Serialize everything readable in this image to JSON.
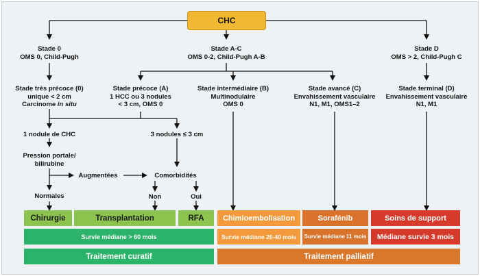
{
  "root": {
    "label": "CHC",
    "color": "#f1b931"
  },
  "stages": {
    "stage0": {
      "title": "Stade 0",
      "detail": "OMS 0, Child-Pugh"
    },
    "stageAC": {
      "title": "Stade A-C",
      "detail": "OMS 0-2, Child-Pugh A-B"
    },
    "stageD": {
      "title": "Stade D",
      "detail": "OMS > 2, Child-Pugh C"
    }
  },
  "substages": {
    "very_early": {
      "line1": "Stade très précoce (0)",
      "line2": "unique < 2 cm",
      "line3_prefix": "Carcinome ",
      "line3_italic": "in situ"
    },
    "early": {
      "line1": "Stade précoce (A)",
      "line2": "1 HCC  ou 3 nodules",
      "line3": "< 3 cm, OMS 0"
    },
    "intermediate": {
      "line1": "Stade intermédiaire (B)",
      "line2": "Multinodulaire",
      "line3": "OMS 0"
    },
    "advanced": {
      "line1": "Stade avancé (C)",
      "line2": "Envahissement vasculaire",
      "line3": "N1, M1, OMS1–2"
    },
    "terminal": {
      "line1": "Stade terminal (D)",
      "line2": "Envahissement vasculaire",
      "line3": "N1, M1"
    }
  },
  "decisions": {
    "one_nodule": "1 nodule de CHC",
    "three_nodules": "3 nodules ≤ 3 cm",
    "pressure_line1": "Pression portale/",
    "pressure_line2": "bilirubine",
    "increased": "Augmentées",
    "comorbidities": "Comorbidités",
    "normal": "Normales",
    "no": "Non",
    "yes": "Oui"
  },
  "treatments": {
    "surgery": {
      "label": "Chirurgie",
      "color": "#8cc44f"
    },
    "transplant": {
      "label": "Transplantation",
      "color": "#8cc44f"
    },
    "rfa": {
      "label": "RFA",
      "color": "#8cc44f"
    },
    "chemo": {
      "label": "Chimioembolisation",
      "color": "#f39a3c"
    },
    "sorafenib": {
      "label": "Sorafénib",
      "color": "#d9722a"
    },
    "support": {
      "label": "Soins de support",
      "color": "#d63a2b"
    }
  },
  "survival": {
    "curative": {
      "label": "Survie médiane > 60 mois",
      "color": "#2bb36a"
    },
    "chemo": {
      "label": "Survie médiane 20-40 mois",
      "color": "#f39a3c"
    },
    "sorafenib": {
      "label": "Survie médiane 11 mois",
      "color": "#d9722a"
    },
    "support": {
      "label": "Médiane survie 3 mois",
      "color": "#d63a2b"
    }
  },
  "categories": {
    "curative": {
      "label": "Traitement curatif",
      "color": "#2bb36a"
    },
    "palliative": {
      "label": "Traitement palliatif",
      "color": "#d9772b"
    }
  }
}
